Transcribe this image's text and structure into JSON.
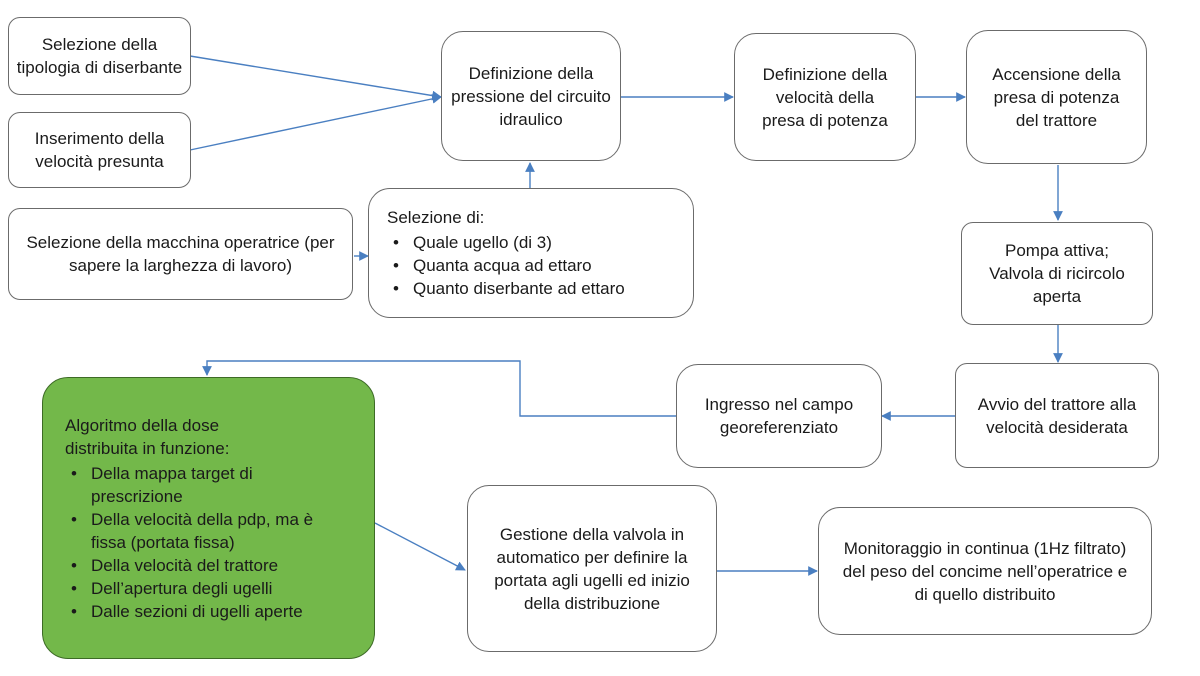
{
  "nodes": {
    "tipologia": "Selezione della tipologia di diserbante",
    "velocita_presunta": "Inserimento della velocità presunta",
    "macchina": "Selezione della macchina operatrice (per sapere la larghezza di lavoro)",
    "pressione": "Definizione della pressione del circuito idraulico",
    "vel_presa": "Definizione della velocità della presa di potenza",
    "accensione": "Accensione della presa di potenza del trattore",
    "selezione": {
      "title": "Selezione di:",
      "items": [
        "Quale ugello (di 3)",
        "Quanta acqua ad ettaro",
        "Quanto diserbante ad ettaro"
      ]
    },
    "pompa": "Pompa attiva; Valvola di ricircolo aperta",
    "avvio": "Avvio del trattore alla velocità desiderata",
    "ingresso": "Ingresso nel campo georeferenziato",
    "algoritmo": {
      "title": "Algoritmo della dose distribuita in funzione:",
      "items": [
        "Della mappa target di prescrizione",
        "Della velocità della pdp, ma è fissa (portata fissa)",
        "Della velocità del trattore",
        "Dell’apertura degli ugelli",
        "Dalle sezioni di ugelli aperte"
      ]
    },
    "gestione": "Gestione della valvola in automatico per definire la portata agli ugelli ed inizio della distribuzione",
    "monitoraggio": "Monitoraggio in continua (1Hz filtrato) del peso del concime nell’operatrice e di quello distribuito"
  },
  "colors": {
    "arrow": "#4a7fc1",
    "box_border": "#6b6b6b",
    "highlight_fill": "#73b84a"
  }
}
